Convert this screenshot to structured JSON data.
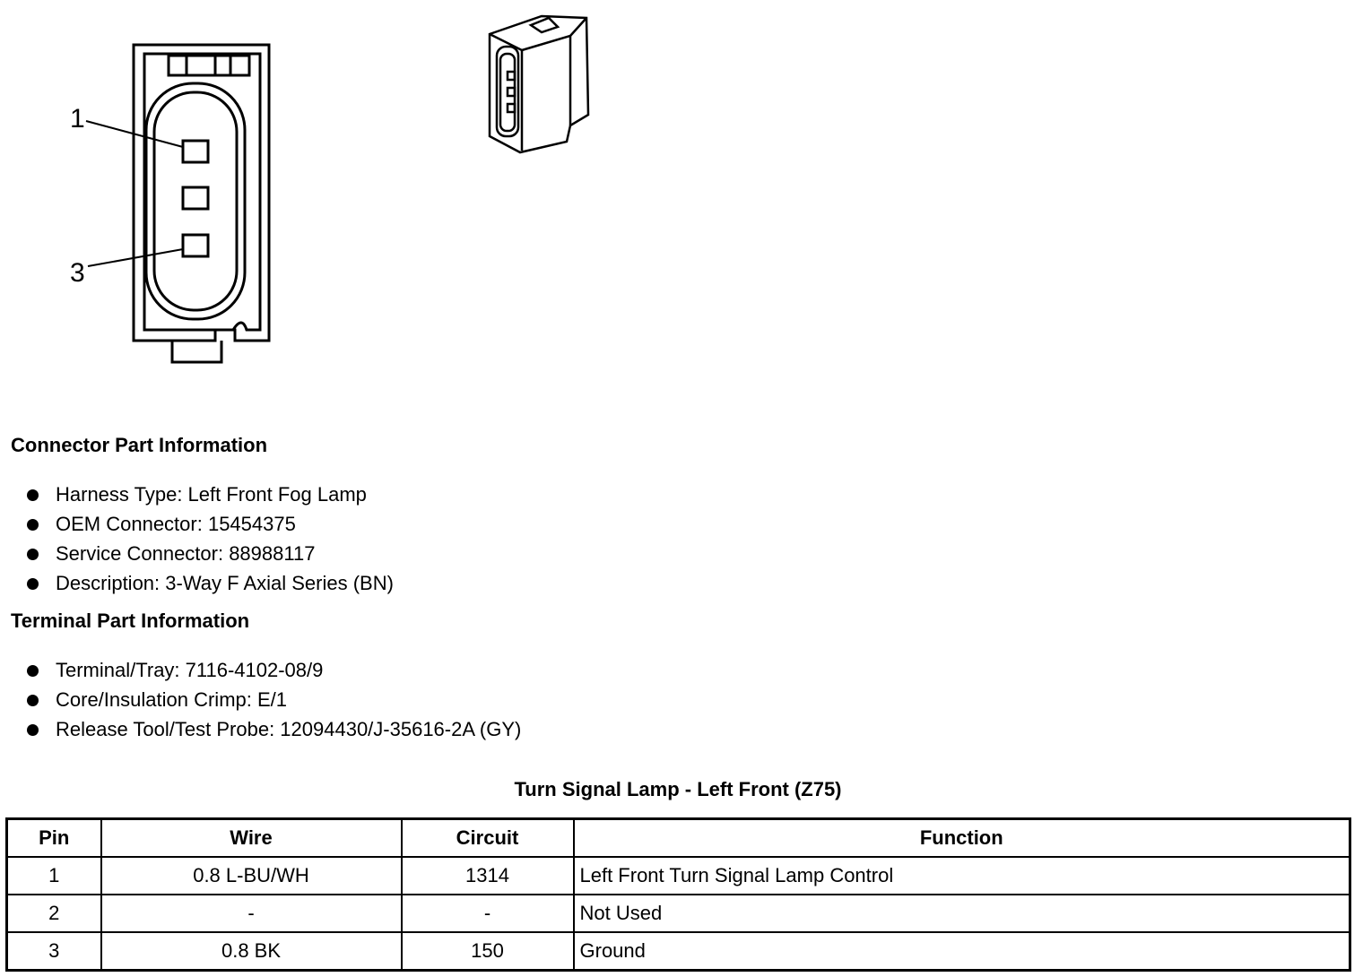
{
  "diagram": {
    "pin_labels": [
      "1",
      "3"
    ]
  },
  "connector_info": {
    "title": "Connector Part Information",
    "items": [
      "Harness Type: Left Front Fog Lamp",
      "OEM Connector: 15454375",
      "Service Connector: 88988117",
      "Description: 3-Way F Axial Series (BN)"
    ]
  },
  "terminal_info": {
    "title": "Terminal Part Information",
    "items": [
      "Terminal/Tray: 7116-4102-08/9",
      "Core/Insulation Crimp: E/1",
      "Release Tool/Test Probe: 12094430/J-35616-2A (GY)"
    ]
  },
  "pin_table": {
    "title": "Turn Signal Lamp - Left Front (Z75)",
    "headers": [
      "Pin",
      "Wire",
      "Circuit",
      "Function"
    ],
    "rows": [
      [
        "1",
        "0.8 L-BU/WH",
        "1314",
        "Left Front Turn Signal Lamp Control"
      ],
      [
        "2",
        "-",
        "-",
        "Not Used"
      ],
      [
        "3",
        "0.8 BK",
        "150",
        "Ground"
      ]
    ]
  }
}
